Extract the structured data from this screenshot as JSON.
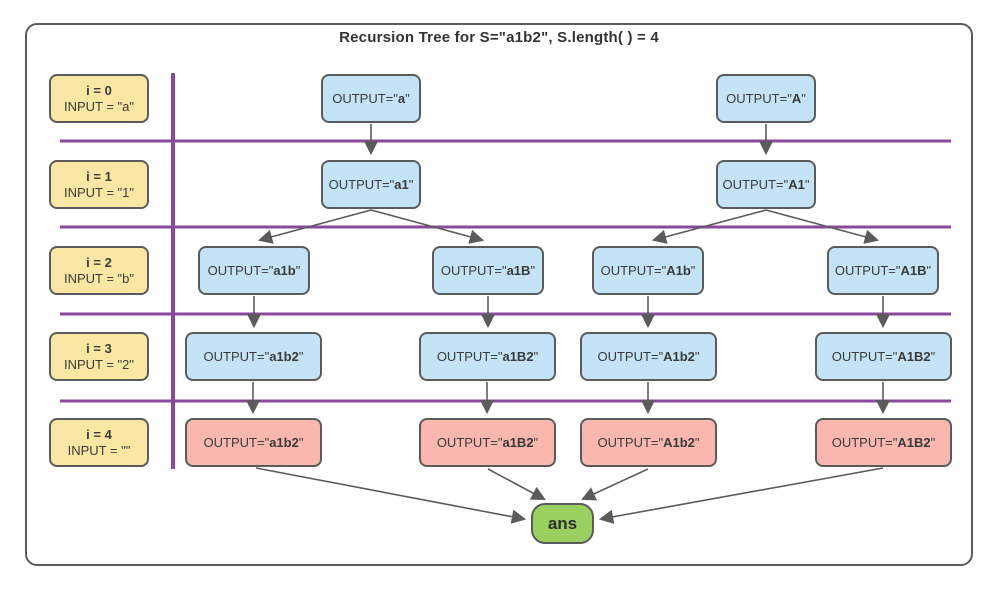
{
  "title": "Recursion Tree for S=\"a1b2\", S.length( ) = 4",
  "labels": {
    "output_prefix": "OUTPUT=\"",
    "close_quote": "\""
  },
  "row_labels": [
    {
      "index": "i = 0",
      "input": "INPUT = \"a\""
    },
    {
      "index": "i = 1",
      "input": "INPUT = \"1\""
    },
    {
      "index": "i = 2",
      "input": "INPUT = \"b\""
    },
    {
      "index": "i = 3",
      "input": "INPUT = \"2\""
    },
    {
      "index": "i = 4",
      "input": "INPUT = \"\""
    }
  ],
  "tree": {
    "level0": [
      "a",
      "A"
    ],
    "level1": [
      "a1",
      "A1"
    ],
    "level2": [
      "a1b",
      "a1B",
      "A1b",
      "A1B"
    ],
    "level3": [
      "a1b2",
      "a1B2",
      "A1b2",
      "A1B2"
    ],
    "level4": [
      "a1b2",
      "a1B2",
      "A1b2",
      "A1B2"
    ]
  },
  "ans_label": "ans",
  "colors": {
    "node_blue": "#c5e3f6",
    "node_pink": "#f9b7af",
    "row_label_yellow": "#fae7a3",
    "ans_green": "#99d05f",
    "separator_purple": "#8a4a9b",
    "stroke_gray": "#5b5b5b"
  }
}
